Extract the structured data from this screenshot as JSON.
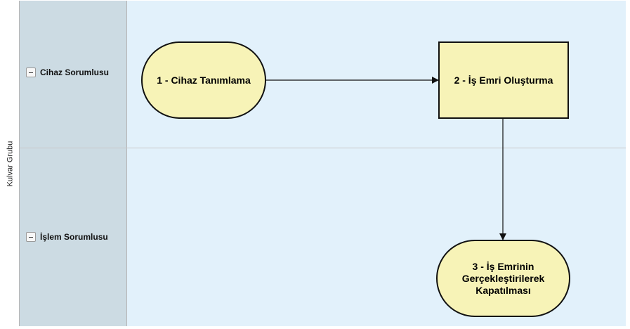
{
  "pool": {
    "label": "Kulvar Grubu"
  },
  "lanes": [
    {
      "label": "Cihaz Sorumlusu"
    },
    {
      "label": "İşlem Sorumlusu"
    }
  ],
  "nodes": [
    {
      "label": "1 - Cihaz Tanımlama",
      "shape": "terminator"
    },
    {
      "label": "2 - İş Emri Oluşturma",
      "shape": "process"
    },
    {
      "label": "3 - İş Emrinin Gerçekleştirilerek Kapatılması",
      "shape": "terminator"
    }
  ],
  "edges": [
    {
      "from": "1 - Cihaz Tanımlama",
      "to": "2 - İş Emri Oluşturma"
    },
    {
      "from": "2 - İş Emri Oluşturma",
      "to": "3 - İş Emrinin Gerçekleştirilerek Kapatılması"
    }
  ],
  "colors": {
    "lane_header": "#ccdbe3",
    "lane_body": "#e2f1fb",
    "node_fill": "#f7f3b7",
    "stroke": "#111111"
  }
}
